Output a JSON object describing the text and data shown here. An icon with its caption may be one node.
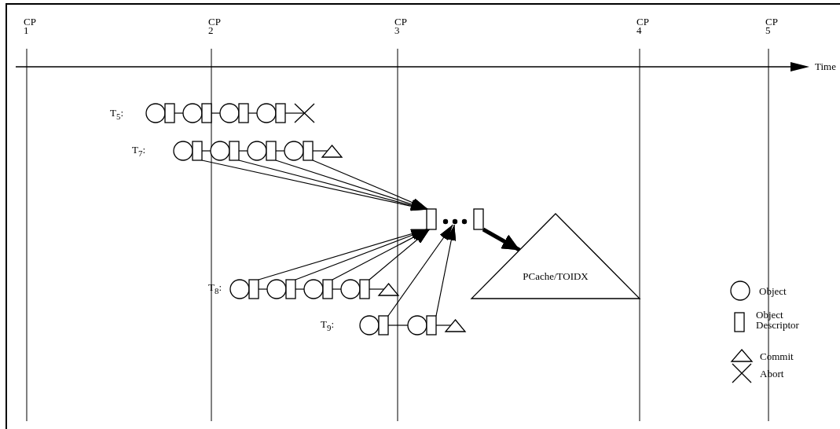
{
  "diagram": {
    "nodes": [
      {
        "text": [],
        "shape": "circle"
      },
      {
        "text": [],
        "shape": "box"
      },
      {
        "text": [],
        "shape": "circle"
      },
      {
        "text": [],
        "shape": "box"
      },
      {
        "text": [],
        "shape": "circle"
      },
      {
        "text": [],
        "shape": "box"
      },
      {
        "text": [],
        "shape": "circle"
      },
      {
        "text": [],
        "shape": "box"
      },
      {
        "text": [],
        "shape": "cross"
      },
      {
        "text": [],
        "shape": "circle"
      },
      {
        "text": [],
        "shape": "box"
      },
      {
        "text": [],
        "shape": "circle"
      },
      {
        "text": [],
        "shape": "box"
      },
      {
        "text": [],
        "shape": "circle"
      },
      {
        "text": [],
        "shape": "box"
      },
      {
        "text": [],
        "shape": "circle"
      },
      {
        "text": [],
        "shape": "box"
      },
      {
        "text": [],
        "shape": "triangle"
      },
      {
        "text": [],
        "shape": "box"
      },
      {
        "text": [],
        "shape": "dots"
      },
      {
        "text": [],
        "shape": "box"
      },
      {
        "text": [
          "PCache/TOIDX"
        ]
      },
      {
        "text": [],
        "shape": "circle"
      },
      {
        "text": [],
        "shape": "box"
      },
      {
        "text": [],
        "shape": "circle"
      },
      {
        "text": [],
        "shape": "box"
      },
      {
        "text": [],
        "shape": "circle"
      },
      {
        "text": [],
        "shape": "box"
      },
      {
        "text": [],
        "shape": "circle"
      },
      {
        "text": [],
        "shape": "box"
      },
      {
        "text": [],
        "shape": "triangle"
      },
      {
        "text": [],
        "shape": "circle"
      },
      {
        "text": [],
        "shape": "box"
      },
      {
        "text": [],
        "shape": "circle"
      },
      {
        "text": [],
        "shape": "box"
      },
      {
        "text": [],
        "shape": "triangle"
      }
    ],
    "edges": [
      {
        "from": 1,
        "to": 2,
        "arrow": "none"
      },
      {
        "from": 3,
        "to": 4,
        "arrow": "none"
      },
      {
        "from": 5,
        "to": 6,
        "arrow": "none"
      },
      {
        "from": 7,
        "to": 8,
        "arrow": "none"
      },
      {
        "from": 10,
        "to": 11,
        "arrow": "none"
      },
      {
        "from": 12,
        "to": 13,
        "arrow": "none"
      },
      {
        "from": 14,
        "to": 15,
        "arrow": "none"
      },
      {
        "from": 16,
        "to": 17,
        "arrow": "none"
      },
      {
        "from": 23,
        "to": 24,
        "arrow": "none"
      },
      {
        "from": 25,
        "to": 26,
        "arrow": "none"
      },
      {
        "from": 27,
        "to": 28,
        "arrow": "none"
      },
      {
        "from": 29,
        "to": 30,
        "arrow": "none"
      },
      {
        "from": 32,
        "to": 33,
        "arrow": "none"
      },
      {
        "from": 34,
        "to": 35,
        "arrow": "none"
      },
      {
        "from": 10,
        "to": 18,
        "arrow": "to"
      },
      {
        "from": 12,
        "to": 18,
        "arrow": "to"
      },
      {
        "from": 14,
        "to": 18,
        "arrow": "to"
      },
      {
        "from": 16,
        "to": 18,
        "arrow": "to"
      },
      {
        "from": 23,
        "to": 18,
        "arrow": "to"
      },
      {
        "from": 25,
        "to": 18,
        "arrow": "to"
      },
      {
        "from": 27,
        "to": 18,
        "arrow": "to"
      },
      {
        "from": 29,
        "to": 18,
        "arrow": "to"
      },
      {
        "from": 32,
        "to": 19,
        "arrow": "to"
      },
      {
        "from": 34,
        "to": 19,
        "arrow": "to"
      },
      {
        "from": 20,
        "to": 21,
        "arrow": "to",
        "style": "thick"
      }
    ],
    "labels": [
      "CP 1",
      "CP 2",
      "CP 3",
      "CP 4",
      "CP 5",
      "Time",
      "T$_{5}$:",
      "T$_{7}$:",
      "T$_{8}$:",
      "T$_{9}$:"
    ],
    "legend": [
      {
        "text": "Object"
      },
      {
        "text": "Object Descriptor"
      },
      {
        "text": "Commit"
      },
      {
        "text": "Abort"
      }
    ]
  }
}
